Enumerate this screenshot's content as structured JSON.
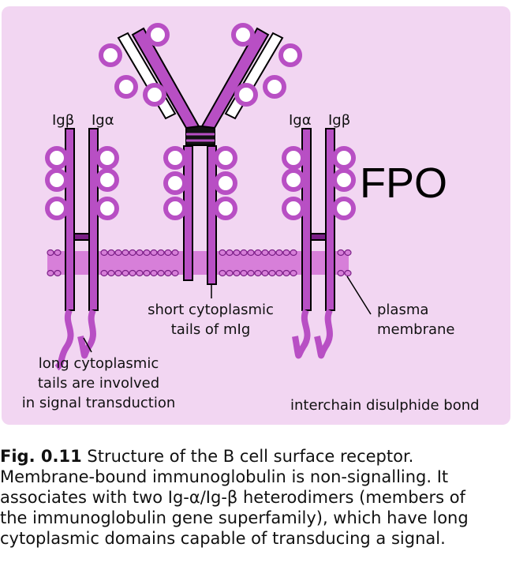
{
  "figure": {
    "chain_labels": {
      "left_beta": "Igβ",
      "left_alpha": "Igα",
      "right_alpha": "Igα",
      "right_beta": "Igβ"
    },
    "fpo": "FPO",
    "annotations": {
      "short_tails_line1": "short cytoplasmic",
      "short_tails_line2": "tails of mIg",
      "plasma_line1": "plasma",
      "plasma_line2": "membrane",
      "long_tails_line1": "long cytoplasmic",
      "long_tails_line2": "tails are involved",
      "long_tails_line3": "in signal transduction",
      "disulphide": "interchain disulphide bond"
    },
    "colors": {
      "background": "#f2d6f2",
      "chain_fill": "#b84fc4",
      "chain_dark": "#7a1f86",
      "membrane_band": "#d77fd9",
      "outline": "#000000"
    }
  },
  "caption": {
    "label": "Fig. 0.11",
    "line1": "Structure of the B cell surface receptor.",
    "line2": "Membrane-bound immunoglobulin is non-signalling. It",
    "line3": "associates with two Ig-α/Ig-β heterodimers (members of",
    "line4": "the immunoglobulin gene superfamily), which have long",
    "line5": "cytoplasmic domains capable of transducing a signal."
  }
}
